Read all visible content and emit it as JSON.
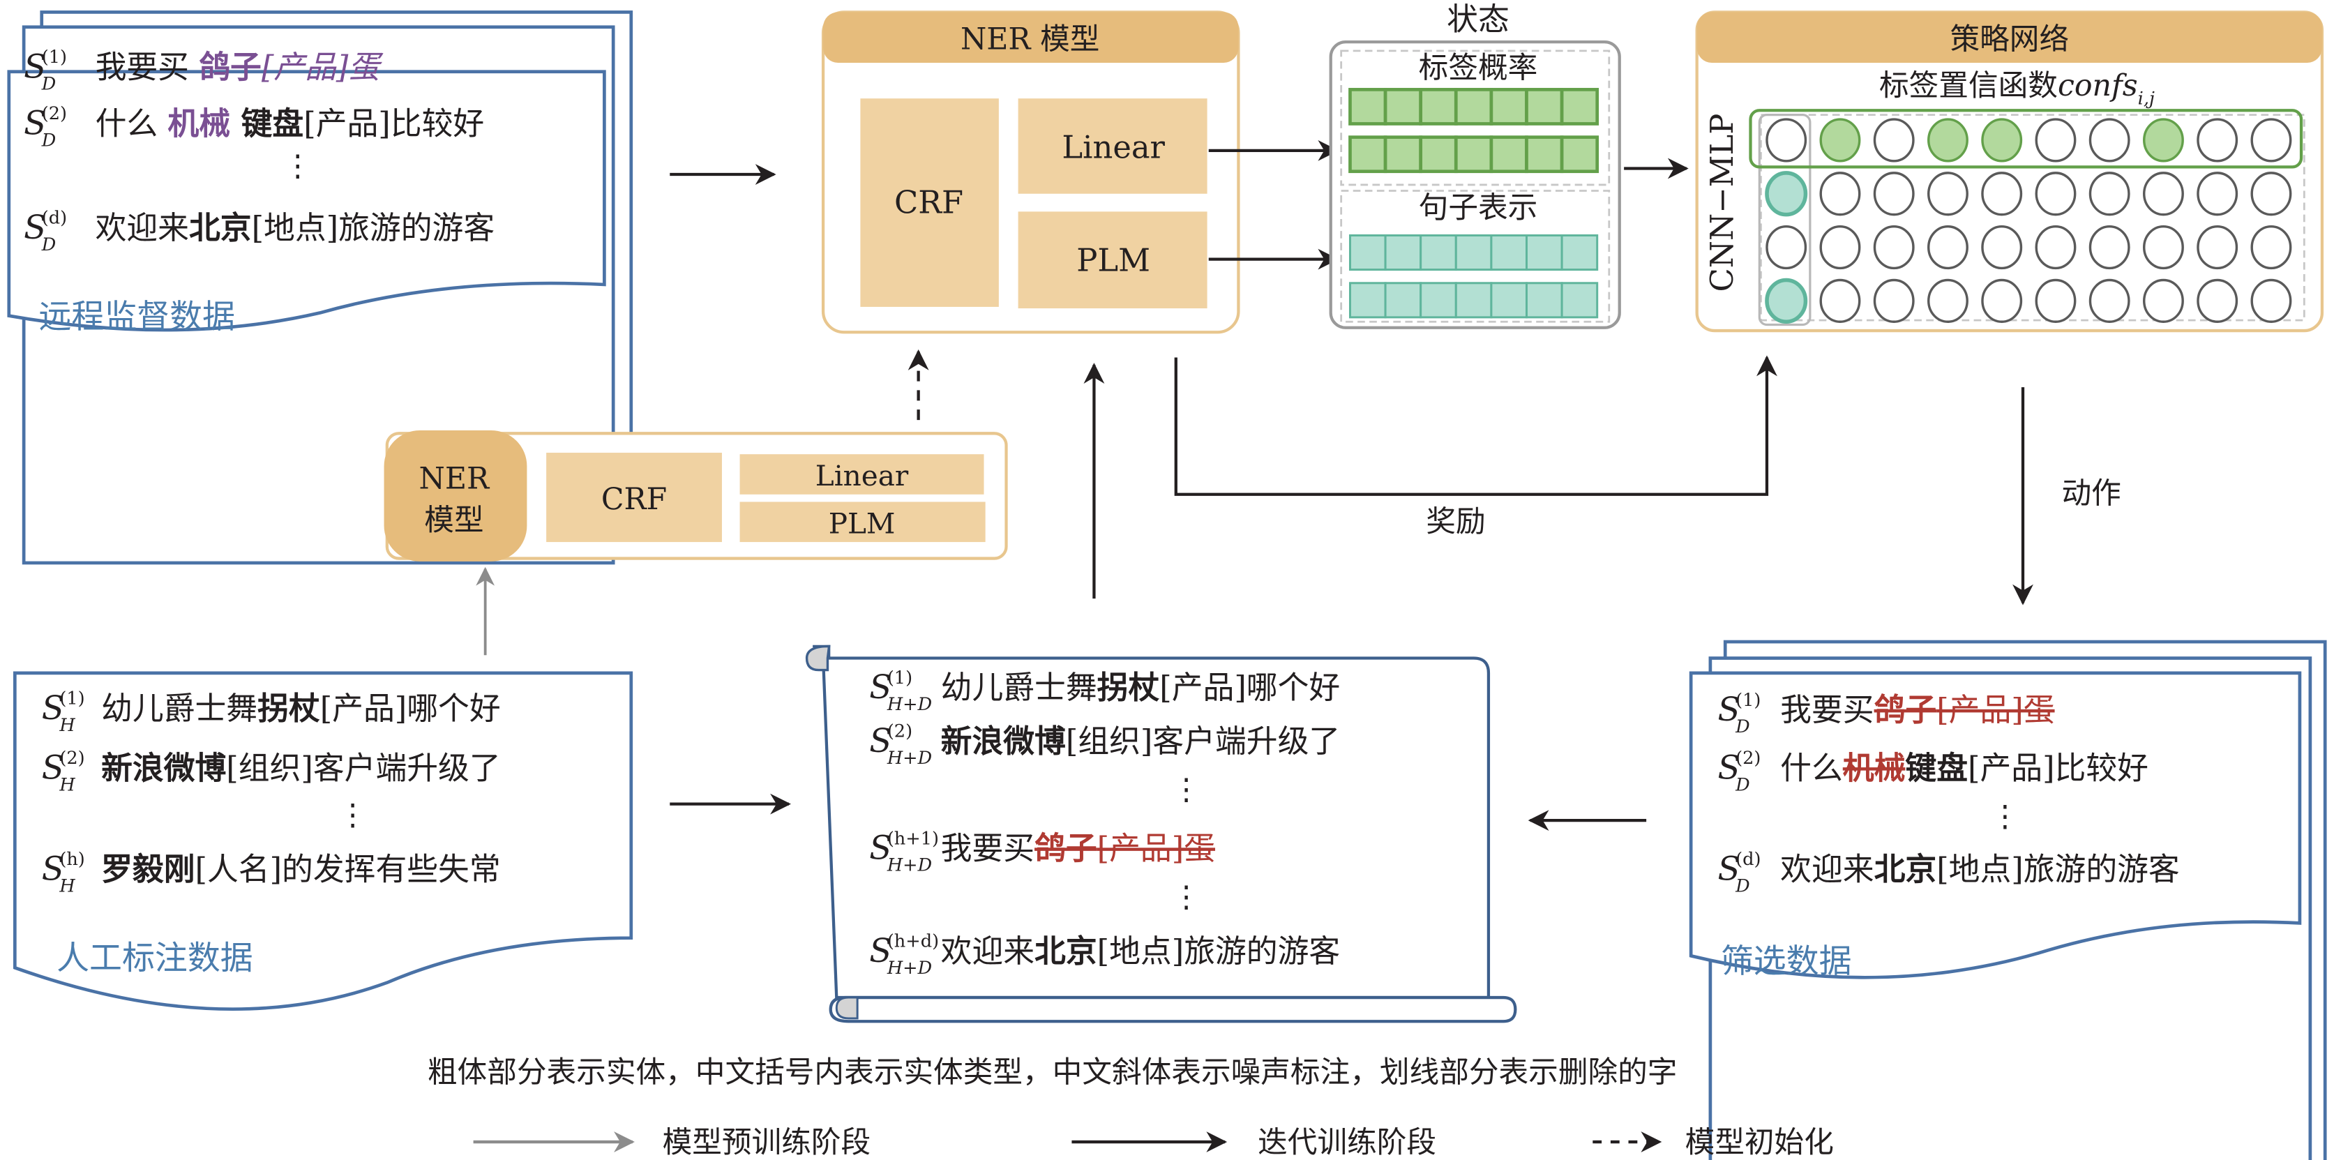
{
  "colors": {
    "doc_border": "#4a72a6",
    "model_header": "#e6bc7c",
    "model_block": "#f0d2a2",
    "model_border": "#e8c68e",
    "state_border": "#9a9a9a",
    "label_prob_fill": "#b2d99d",
    "label_prob_border": "#63a04a",
    "sent_rep_fill": "#b3e0d3",
    "sent_rep_border": "#5fb59c",
    "noise_purple": "#7a4f93",
    "deleted_red": "#b03a32",
    "doc_label_blue": "#4a7cad"
  },
  "distant_data": {
    "label": "远程监督数据",
    "rows": [
      {
        "sym": "S",
        "sub": "D",
        "sup": "(1)",
        "parts": [
          {
            "t": "我要买 ",
            "s": "normal"
          },
          {
            "t": "鸽子",
            "s": "noise-bold"
          },
          {
            "t": "[产品]蛋",
            "s": "noise-italic"
          }
        ]
      },
      {
        "sym": "S",
        "sub": "D",
        "sup": "(2)",
        "parts": [
          {
            "t": "什么 ",
            "s": "normal"
          },
          {
            "t": "机械",
            "s": "noise-bold"
          },
          {
            "t": " 键盘",
            "s": "bold"
          },
          {
            "t": "[产品]比较好",
            "s": "normal"
          }
        ]
      },
      {
        "sym": "S",
        "sub": "D",
        "sup": "(d)",
        "parts": [
          {
            "t": "欢迎来",
            "s": "normal"
          },
          {
            "t": "北京",
            "s": "bold"
          },
          {
            "t": "[地点]旅游的游客",
            "s": "normal"
          }
        ]
      }
    ],
    "ellipsis": "⋮"
  },
  "ner_model": {
    "title": "NER 模型",
    "crf": "CRF",
    "linear": "Linear",
    "plm": "PLM"
  },
  "ner_model_small": {
    "title_line1": "NER",
    "title_line2": "模型",
    "crf": "CRF",
    "linear": "Linear",
    "plm": "PLM"
  },
  "state": {
    "title": "状态",
    "label_prob": "标签概率",
    "sent_rep": "句子表示",
    "cells_per_row": 7
  },
  "policy": {
    "title": "策略网络",
    "subtitle_cn": "标签置信函数",
    "subtitle_var": "confs",
    "subtitle_sub": "i,j",
    "side_label": "CNN−MLP",
    "grid_rows": 4,
    "grid_cols": 10,
    "green_cells_row1": [
      2,
      4,
      5,
      8
    ],
    "teal_cells_col1": [
      2,
      4
    ]
  },
  "edges": {
    "reward": "奖励",
    "action": "动作"
  },
  "human_data": {
    "label": "人工标注数据",
    "rows": [
      {
        "sym": "S",
        "sub": "H",
        "sup": "(1)",
        "parts": [
          {
            "t": "幼儿爵士舞",
            "s": "normal"
          },
          {
            "t": "拐杖",
            "s": "bold"
          },
          {
            "t": "[产品]哪个好",
            "s": "normal"
          }
        ]
      },
      {
        "sym": "S",
        "sub": "H",
        "sup": "(2)",
        "parts": [
          {
            "t": "新浪微博",
            "s": "bold"
          },
          {
            "t": "[组织]客户端升级了",
            "s": "normal"
          }
        ]
      },
      {
        "sym": "S",
        "sub": "H",
        "sup": "(h)",
        "parts": [
          {
            "t": "罗毅刚",
            "s": "bold"
          },
          {
            "t": "[人名]的发挥有些失常",
            "s": "normal"
          }
        ]
      }
    ],
    "ellipsis": "⋮"
  },
  "merged_data": {
    "rows": [
      {
        "sym": "S",
        "sub": "H+D",
        "sup": "(1)",
        "parts": [
          {
            "t": "幼儿爵士舞",
            "s": "normal"
          },
          {
            "t": "拐杖",
            "s": "bold"
          },
          {
            "t": "[产品]哪个好",
            "s": "normal"
          }
        ]
      },
      {
        "sym": "S",
        "sub": "H+D",
        "sup": "(2)",
        "parts": [
          {
            "t": "新浪微博",
            "s": "bold"
          },
          {
            "t": "[组织]客户端升级了",
            "s": "normal"
          }
        ]
      },
      {
        "sym": "S",
        "sub": "H+D",
        "sup": "(h+1)",
        "parts": [
          {
            "t": "我要买",
            "s": "normal"
          },
          {
            "t": "鸽子",
            "s": "del-bold"
          },
          {
            "t": "[产品]蛋",
            "s": "del"
          }
        ]
      },
      {
        "sym": "S",
        "sub": "H+D",
        "sup": "(h+d)",
        "parts": [
          {
            "t": "欢迎来",
            "s": "normal"
          },
          {
            "t": "北京",
            "s": "bold"
          },
          {
            "t": "[地点]旅游的游客",
            "s": "normal"
          }
        ]
      }
    ],
    "ellipsis": "⋮"
  },
  "filtered_data": {
    "label": "筛选数据",
    "rows": [
      {
        "sym": "S",
        "sub": "D",
        "sup": "(1)",
        "parts": [
          {
            "t": "我要买",
            "s": "normal"
          },
          {
            "t": "鸽子",
            "s": "del-bold"
          },
          {
            "t": "[产品]蛋",
            "s": "del"
          }
        ]
      },
      {
        "sym": "S",
        "sub": "D",
        "sup": "(2)",
        "parts": [
          {
            "t": "什么",
            "s": "normal"
          },
          {
            "t": "机械",
            "s": "del-bold"
          },
          {
            "t": "键盘",
            "s": "bold"
          },
          {
            "t": "[产品]比较好",
            "s": "normal"
          }
        ]
      },
      {
        "sym": "S",
        "sub": "D",
        "sup": "(d)",
        "parts": [
          {
            "t": "欢迎来",
            "s": "normal"
          },
          {
            "t": "北京",
            "s": "bold"
          },
          {
            "t": "[地点]旅游的游客",
            "s": "normal"
          }
        ]
      }
    ],
    "ellipsis": "⋮"
  },
  "caption": "粗体部分表示实体，中文括号内表示实体类型，中文斜体表示噪声标注，划线部分表示删除的字",
  "legend": [
    {
      "style": "gray-solid",
      "label": "模型预训练阶段"
    },
    {
      "style": "black-solid",
      "label": "迭代训练阶段"
    },
    {
      "style": "black-dashed",
      "label": "模型初始化"
    }
  ]
}
